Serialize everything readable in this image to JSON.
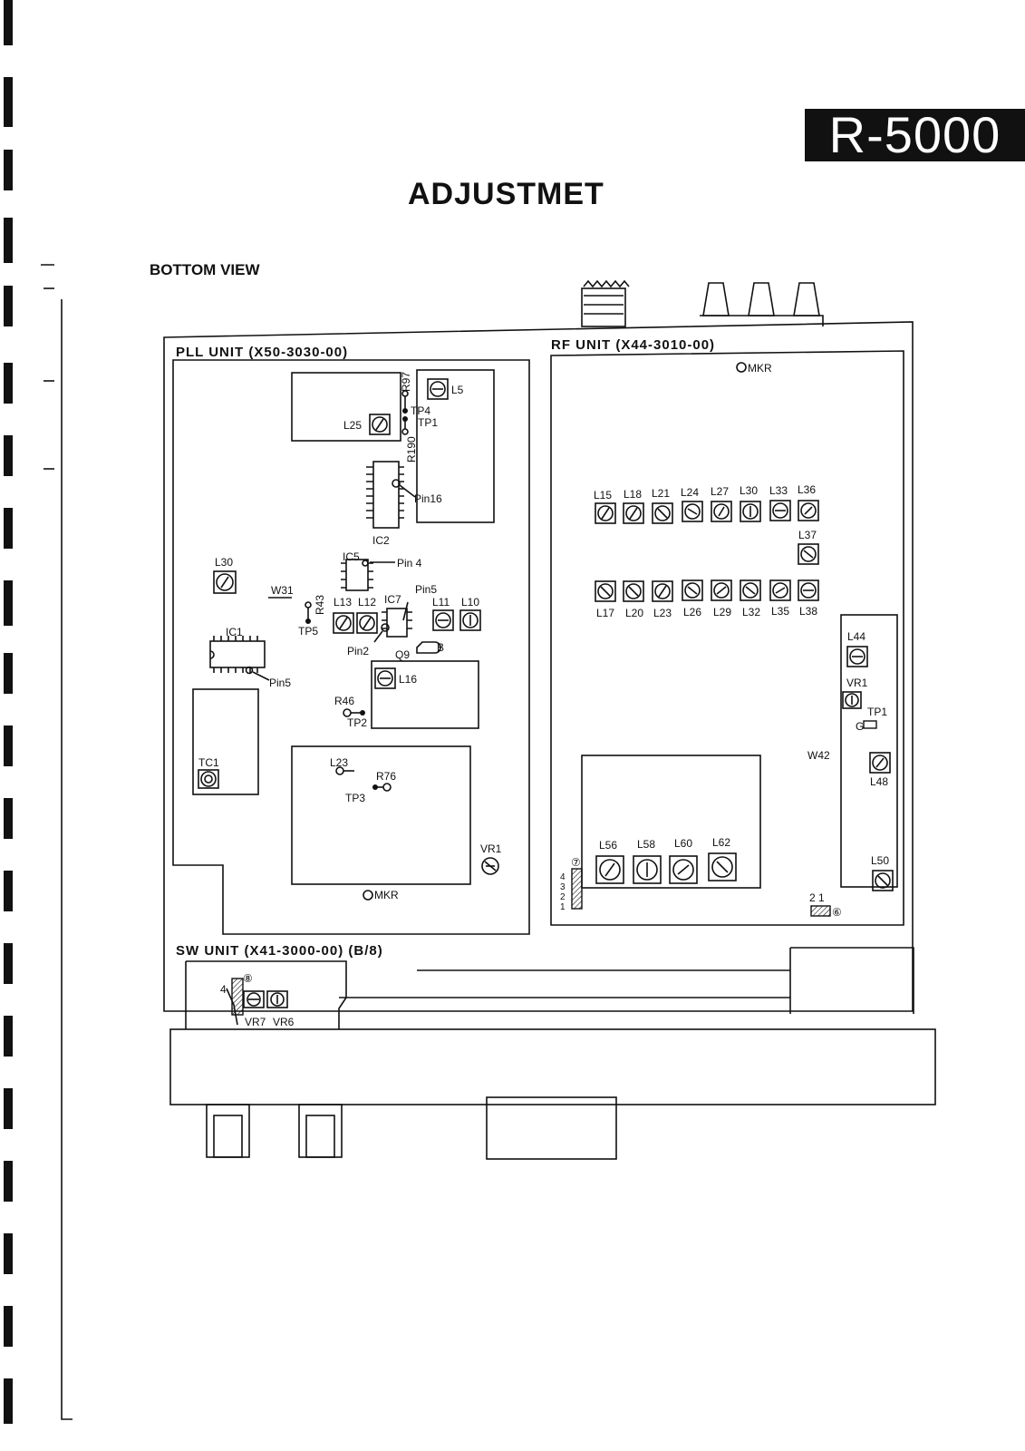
{
  "header": {
    "model": "R-5000",
    "title": "ADJUSTMET",
    "view": "BOTTOM VIEW"
  },
  "units": {
    "pll": "PLL UNIT (X50-3030-00)",
    "rf": "RF UNIT (X44-3010-00)",
    "sw": "SW UNIT (X41-3000-00) (B/8)"
  },
  "pll": {
    "L5": "L5",
    "L25": "L25",
    "R97": "R97",
    "TP4": "TP4",
    "TP1": "TP1",
    "R190": "R190",
    "Pin16": "Pin16",
    "IC2": "IC2",
    "IC5": "IC5",
    "Pin4": "Pin 4",
    "L30": "L30",
    "W31": "W31",
    "R43": "R43",
    "TP5": "TP5",
    "L13": "L13",
    "L12": "L12",
    "IC7": "IC7",
    "Pin5a": "Pin5",
    "L11": "L11",
    "L10": "L10",
    "IC1": "IC1",
    "Pin5b": "Pin5",
    "Pin2": "Pin2",
    "Q9": "Q9",
    "B": "B",
    "L16": "L16",
    "R46": "R46",
    "TP2": "TP2",
    "TC1": "TC1",
    "L23": "L23",
    "R76": "R76",
    "TP3": "TP3",
    "VR1": "VR1",
    "MKR": "MKR"
  },
  "rf": {
    "MKR": "MKR",
    "topRow": [
      "L15",
      "L18",
      "L21",
      "L24",
      "L27",
      "L30",
      "L33",
      "L36"
    ],
    "L37": "L37",
    "bottomRow": [
      "L17",
      "L20",
      "L23",
      "L26",
      "L29",
      "L32",
      "L35",
      "L38"
    ],
    "L44": "L44",
    "VR1": "VR1",
    "TP1": "TP1",
    "G": "G",
    "W42": "W42",
    "L48": "L48",
    "L50": "L50",
    "L56": "L56",
    "L58": "L58",
    "L60": "L60",
    "L62": "L62",
    "conn7": [
      "⑦",
      "4",
      "3",
      "2",
      "1"
    ],
    "conn6": [
      "2 1",
      "⑥"
    ]
  },
  "sw": {
    "conn8": "⑧",
    "four": "4",
    "VR7": "VR7",
    "VR6": "VR6"
  }
}
